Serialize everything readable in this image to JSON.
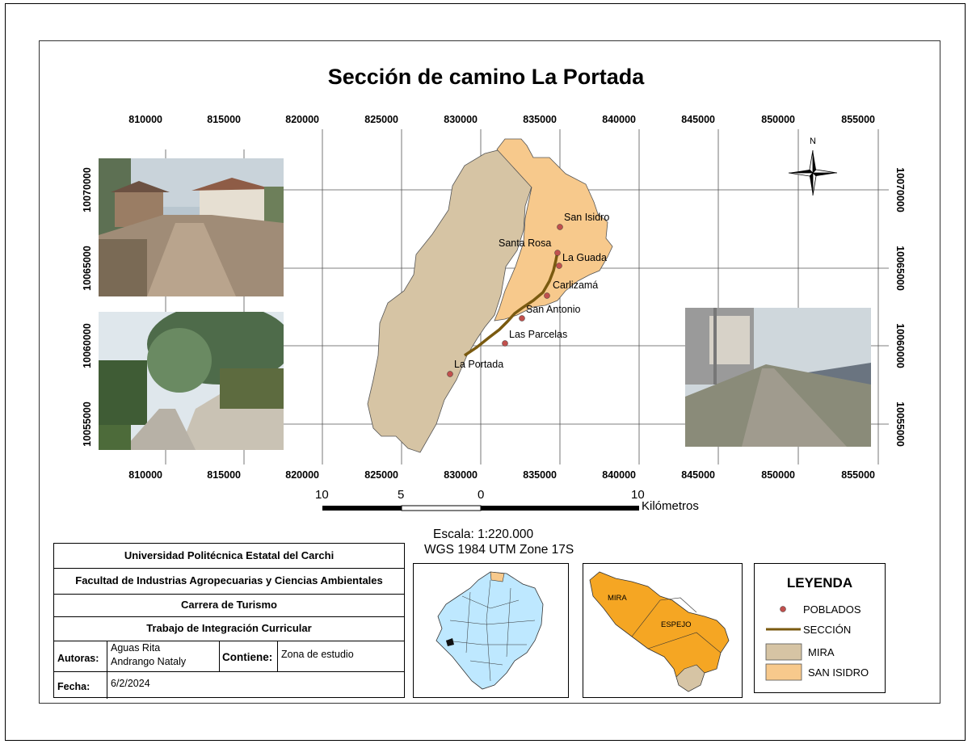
{
  "map": {
    "title": "Sección de camino La Portada",
    "x_ticks": [
      "810000",
      "815000",
      "820000",
      "825000",
      "830000",
      "835000",
      "840000",
      "845000",
      "850000",
      "855000"
    ],
    "y_ticks": [
      "10070000",
      "10065000",
      "10060000",
      "10055000"
    ],
    "north_label": "N",
    "places": [
      {
        "name": "San Isidro"
      },
      {
        "name": "Santa Rosa"
      },
      {
        "name": "La Guada"
      },
      {
        "name": "Carlizamá"
      },
      {
        "name": "San Antonio"
      },
      {
        "name": "Las Parcelas"
      },
      {
        "name": "La Portada"
      }
    ],
    "colors": {
      "mira": "#d6c4a4",
      "san_isidro": "#f7c98c",
      "route": "#7a5a10",
      "poblado": "#c0504d",
      "ecuador": "#bee8ff",
      "espejo": "#f5a623"
    }
  },
  "scale": {
    "labels": [
      "10",
      "5",
      "0",
      "10"
    ],
    "unit": "Kilómetros",
    "text": "Escala: 1:220.000",
    "projection": "WGS 1984 UTM Zone 17S"
  },
  "info": {
    "university": "Universidad Politécnica Estatal del Carchi",
    "faculty": "Facultad de Industrias Agropecuarias y Ciencias Ambientales",
    "career": "Carrera de Turismo",
    "work": "Trabajo de Integración Curricular",
    "authors_label": "Autoras:",
    "author1": "Aguas Rita",
    "author2": "Andrango Nataly",
    "contains_label": "Contiene:",
    "contains_value": "Zona de estudio",
    "date_label": "Fecha:",
    "date_value": "6/2/2024"
  },
  "inset": {
    "mira_label": "MIRA",
    "espejo_label": "ESPEJO"
  },
  "legend": {
    "title": "LEYENDA",
    "items": [
      "POBLADOS",
      "SECCIÓN",
      "MIRA",
      "SAN ISIDRO"
    ]
  }
}
